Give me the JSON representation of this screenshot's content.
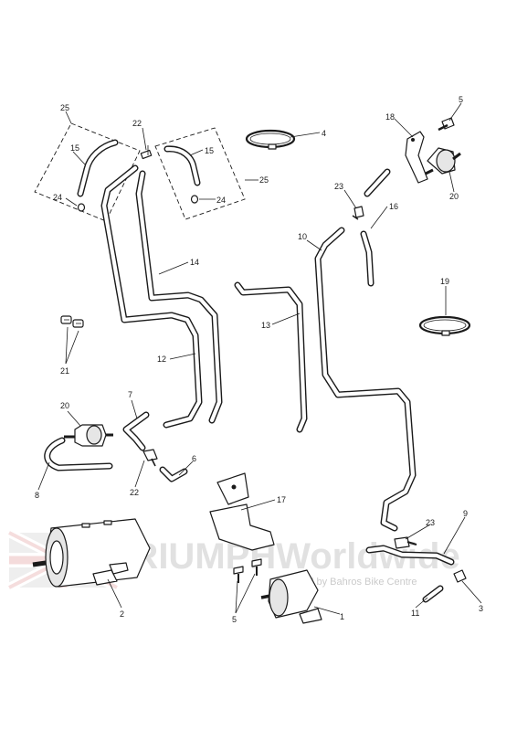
{
  "watermark": {
    "brand": "TRIUMPHWorldwide",
    "tagline": "Powered by Bahros Bike Centre"
  },
  "callouts": {
    "c25_left": "25",
    "c15_left": "15",
    "c24_left": "24",
    "c22_top": "22",
    "c15_right": "15",
    "c24_right": "24",
    "c25_right": "25",
    "c4": "4",
    "c18": "18",
    "c5_top": "5",
    "c20_right": "20",
    "c23_top": "23",
    "c16": "16",
    "c10": "10",
    "c14": "14",
    "c13": "13",
    "c19": "19",
    "c21": "21",
    "c12": "12",
    "c7": "7",
    "c20_left": "20",
    "c6": "6",
    "c8": "8",
    "c22_bottom": "22",
    "c17": "17",
    "c9": "9",
    "c23_bottom": "23",
    "c2": "2",
    "c5_bottom": "5",
    "c1": "1",
    "c11": "11",
    "c3": "3"
  }
}
